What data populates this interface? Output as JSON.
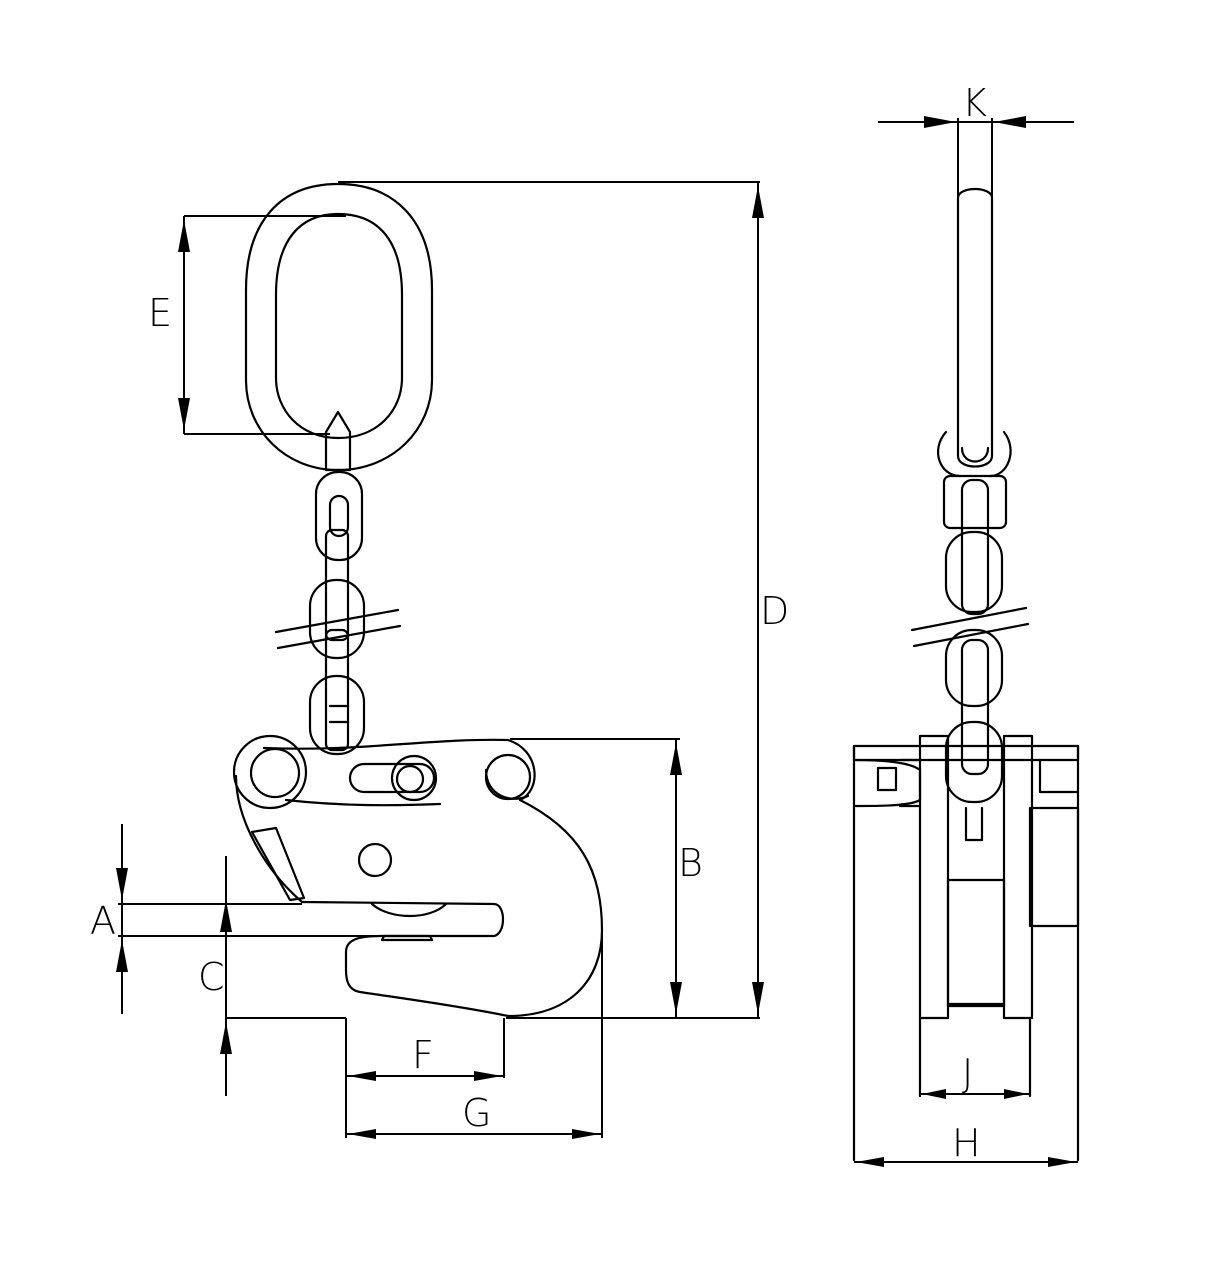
{
  "dimensions": {
    "A": "A",
    "B": "B",
    "C": "C",
    "D": "D",
    "E": "E",
    "F": "F",
    "G": "G",
    "H": "H",
    "J": "J",
    "K": "K"
  }
}
